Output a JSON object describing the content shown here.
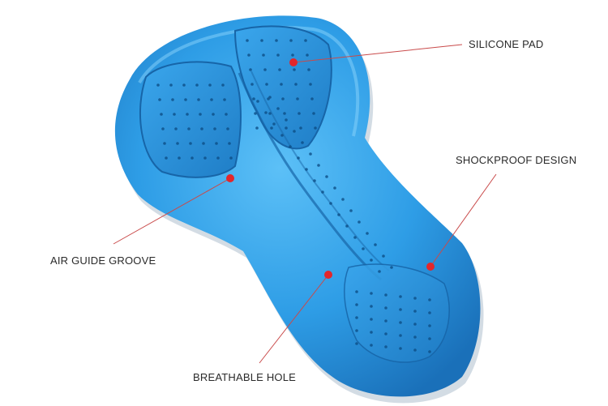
{
  "colors": {
    "pad_dark": "#1a6fb8",
    "pad_main": "#2a9be6",
    "pad_light": "#58bdf5",
    "marker": "#e3262b",
    "leader": "#c94a4a"
  },
  "callouts": [
    {
      "id": "silicone-pad",
      "label": "SILICONE PAD"
    },
    {
      "id": "shockproof-design",
      "label": "SHOCKPROOF DESIGN"
    },
    {
      "id": "air-guide-groove",
      "label": "AIR GUIDE GROOVE"
    },
    {
      "id": "breathable-hole",
      "label": "BREATHABLE HOLE"
    }
  ]
}
